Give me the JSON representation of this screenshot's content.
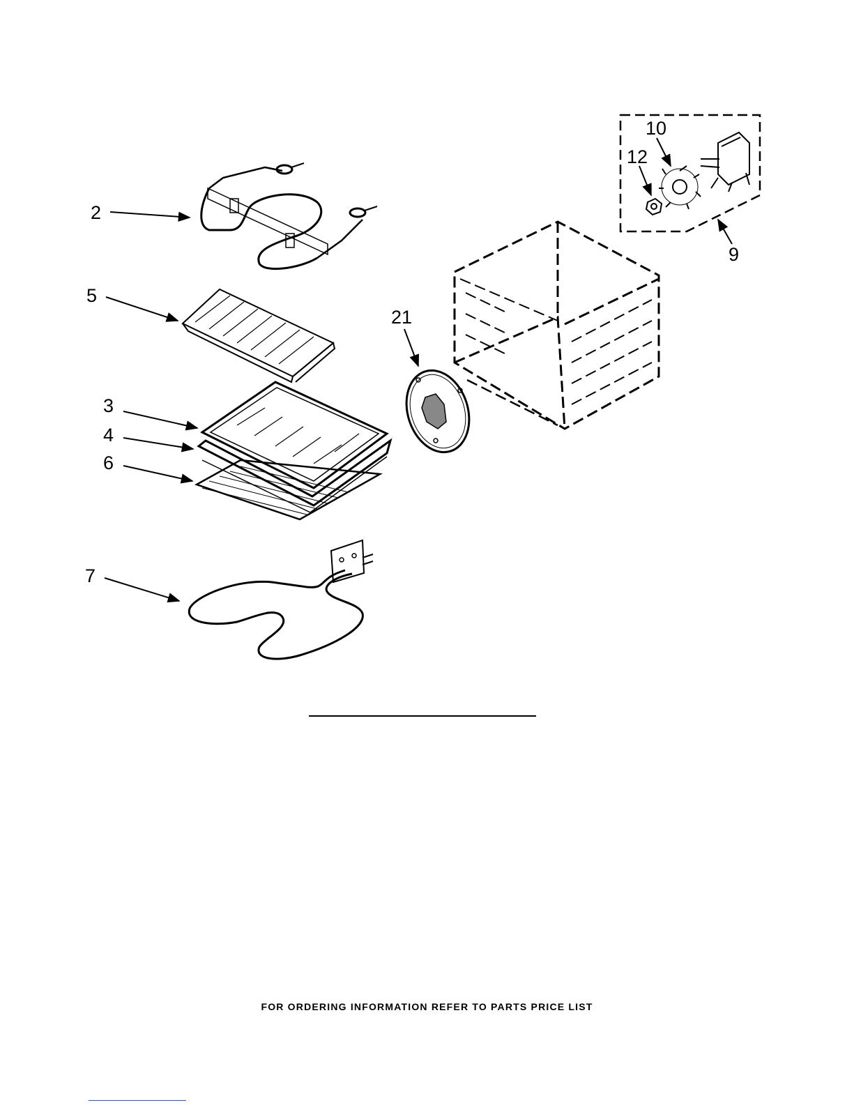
{
  "callouts": [
    {
      "id": "2",
      "label": "2"
    },
    {
      "id": "5",
      "label": "5"
    },
    {
      "id": "3",
      "label": "3"
    },
    {
      "id": "4",
      "label": "4"
    },
    {
      "id": "6",
      "label": "6"
    },
    {
      "id": "7",
      "label": "7"
    },
    {
      "id": "21",
      "label": "21"
    },
    {
      "id": "10",
      "label": "10"
    },
    {
      "id": "12",
      "label": "12"
    },
    {
      "id": "9",
      "label": "9"
    }
  ],
  "footer": {
    "text": "FOR ORDERING INFORMATION REFER TO PARTS PRICE LIST"
  },
  "colors": {
    "ink": "#000000",
    "link": "#2a4ad8"
  }
}
